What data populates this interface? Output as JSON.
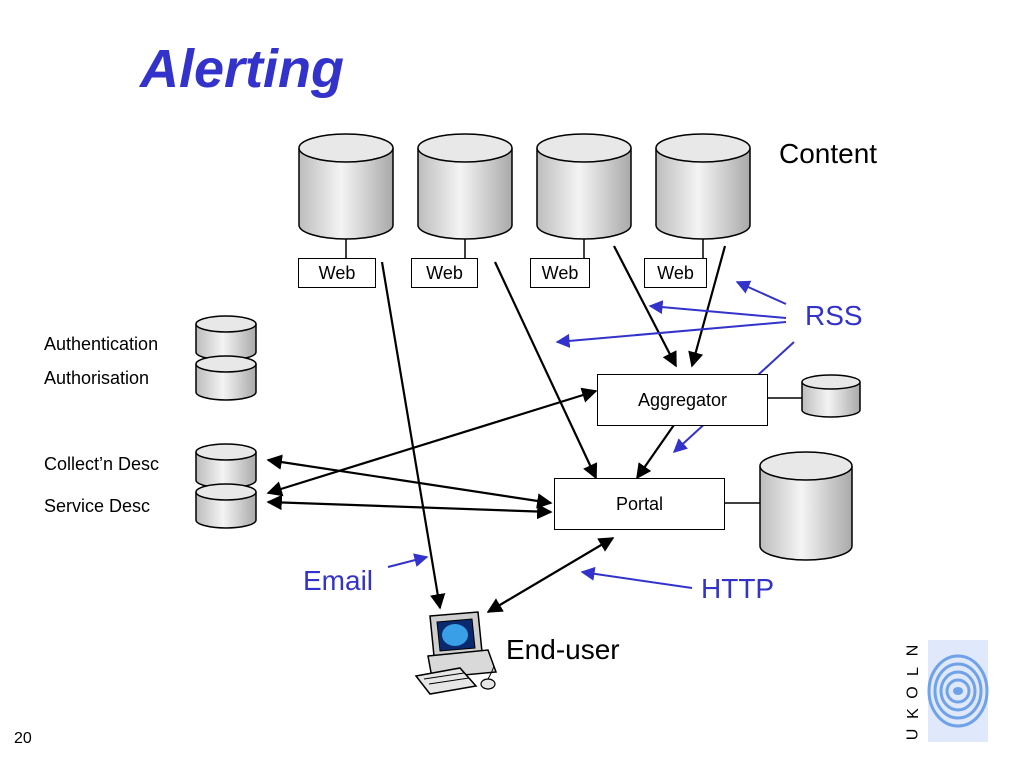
{
  "slide": {
    "title": "Alerting",
    "page_number": "20"
  },
  "labels": {
    "content": "Content",
    "rss": "RSS",
    "email": "Email",
    "http": "HTTP",
    "end_user": "End-user",
    "authentication": "Authentication",
    "authorisation": "Authorisation",
    "collection_desc": "Collect’n Desc",
    "service_desc": "Service Desc"
  },
  "boxes": {
    "web": [
      "Web",
      "Web",
      "Web",
      "Web"
    ],
    "aggregator": "Aggregator",
    "portal": "Portal"
  },
  "logo": {
    "letters": [
      "U",
      "K",
      "O",
      "L",
      "N"
    ]
  },
  "colors": {
    "accent": "#3333cc",
    "cylinder_fill": "#d9d9d9",
    "line": "#000000"
  },
  "icons": {
    "end_user": "computer-icon",
    "logo": "ukoln-logo-icon"
  }
}
